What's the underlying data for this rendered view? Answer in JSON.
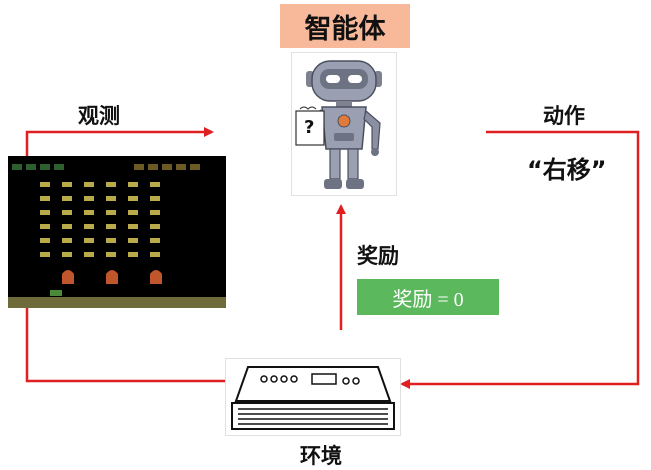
{
  "agent": {
    "title": "智能体"
  },
  "labels": {
    "observation": "观测",
    "action": "动作",
    "action_value": "“右移”",
    "reward": "奖励",
    "reward_value": "奖励 = 0",
    "environment": "环境"
  },
  "robot": {
    "sign_text": "?"
  },
  "colors": {
    "arrow": "#e02020",
    "agent_title_bg": "#f7b99a",
    "reward_box_bg": "#5cb85c"
  }
}
